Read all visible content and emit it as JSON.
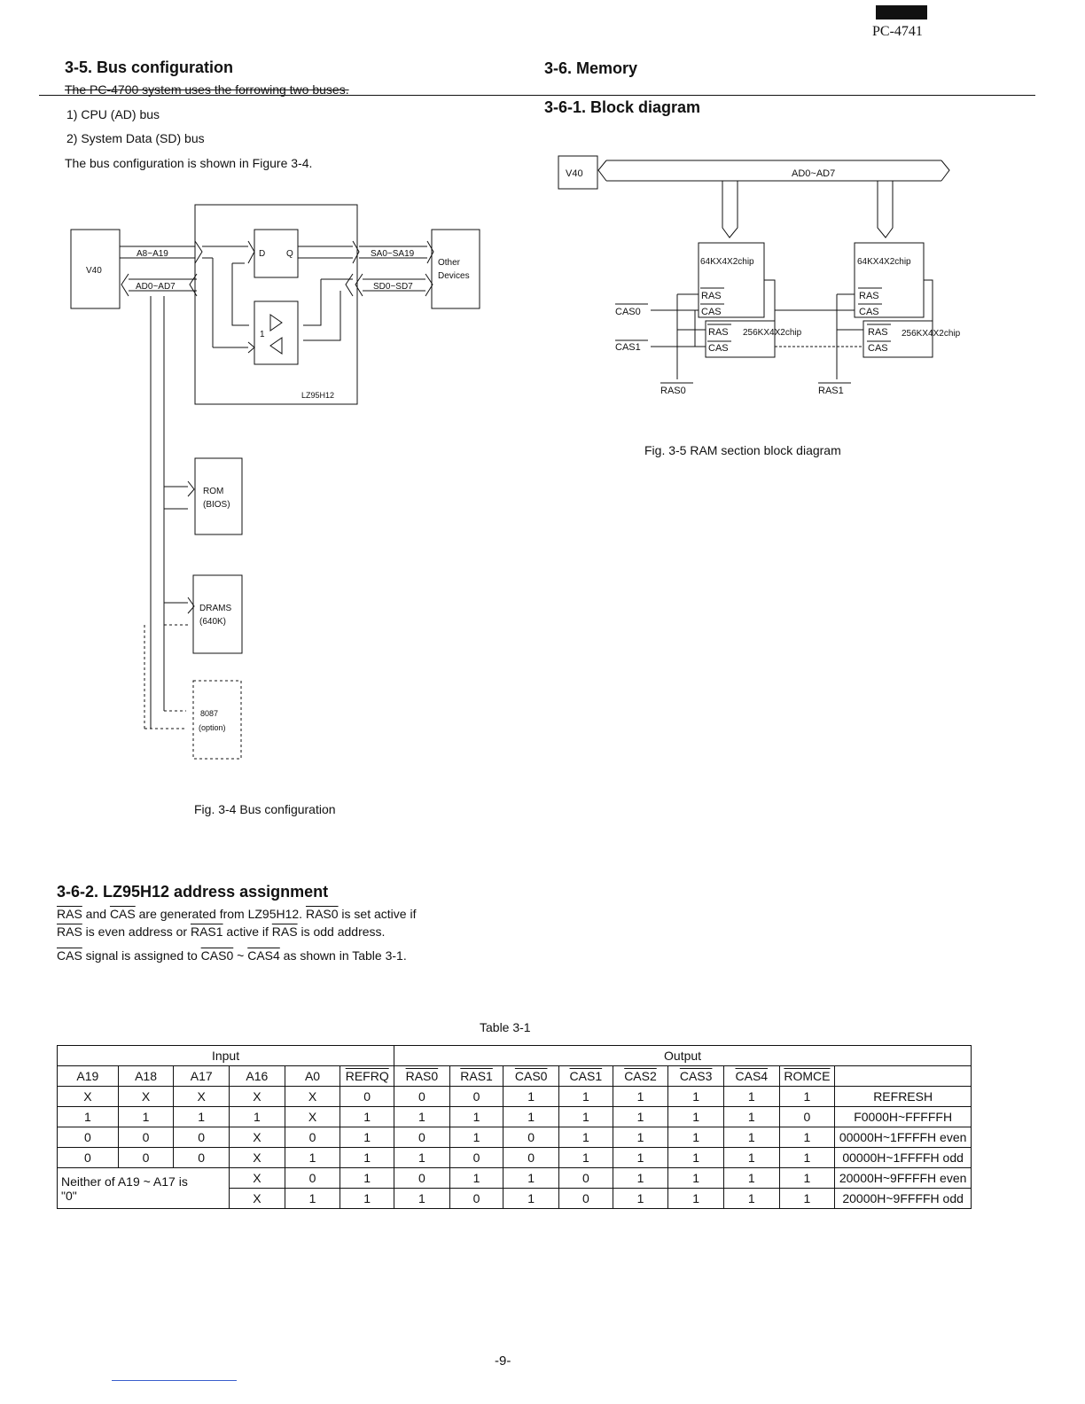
{
  "header": {
    "model": "PC-4741",
    "page_number": "-9-"
  },
  "sec_3_5": {
    "title": "3-5. Bus configuration",
    "intro": "The PC-4700 system uses the forrowing two buses.",
    "item1": "1)  CPU (AD) bus",
    "item2": "2)  System Data (SD) bus",
    "note": "The bus configuration is shown in Figure 3-4."
  },
  "fig_3_4": {
    "caption": "Fig. 3-4 Bus configuration",
    "v40": "V40",
    "a8_a19": "A8~A19",
    "ad0_ad7": "AD0~AD7",
    "sa0_sa19": "SA0~SA19",
    "sd0_sd7": "SD0~SD7",
    "other_1": "Other",
    "other_2": "Devices",
    "d": "D",
    "q": "Q",
    "one": "1",
    "lz": "LZ95H12",
    "rom_1": "ROM",
    "rom_2": "(BIOS)",
    "drams_1": "DRAMS",
    "drams_2": "(640K)",
    "fpu_1": "8087",
    "fpu_2": "(option)"
  },
  "sec_3_6": {
    "title": "3-6. Memory",
    "sub_title": "3-6-1. Block diagram"
  },
  "fig_3_5": {
    "caption": "Fig. 3-5 RAM section block diagram",
    "v40": "V40",
    "ad0_ad7": "AD0~AD7",
    "chip64": "64KX4X2chip",
    "chip256": "256KX4X2chip",
    "ras": "RAS",
    "cas": "CAS",
    "cas0": "CAS0",
    "cas1": "CAS1",
    "ras0": "RAS0",
    "ras1": "RAS1"
  },
  "sec_3_6_2": {
    "title": "3-6-2. LZ95H12 address assignment",
    "p1_a": "RAS",
    "p1_b": " and ",
    "p1_c": "CAS",
    "p1_d": " are generated from LZ95H12. ",
    "p1_e": "RAS0",
    "p1_f": " is set active if",
    "p2_a": "RAS",
    "p2_b": " is even address or ",
    "p2_c": "RAS1",
    "p2_d": " active if ",
    "p2_e": "RAS",
    "p2_f": " is odd address.",
    "p3_a": "CAS",
    "p3_b": " signal is assigned to ",
    "p3_c": "CAS0",
    "p3_d": " ~ ",
    "p3_e": "CAS4",
    "p3_f": " as shown in Table 3-1."
  },
  "table_3_1": {
    "caption": "Table 3-1",
    "input_label": "Input",
    "output_label": "Output",
    "headers": [
      "A19",
      "A18",
      "A17",
      "A16",
      "A0",
      "REFRQ",
      "RAS0",
      "RAS1",
      "CAS0",
      "CAS1",
      "CAS2",
      "CAS3",
      "CAS4",
      "ROMCE"
    ],
    "rows": [
      [
        "X",
        "X",
        "X",
        "X",
        "X",
        "0",
        "0",
        "0",
        "1",
        "1",
        "1",
        "1",
        "1",
        "1",
        "REFRESH"
      ],
      [
        "1",
        "1",
        "1",
        "1",
        "X",
        "1",
        "1",
        "1",
        "1",
        "1",
        "1",
        "1",
        "1",
        "0",
        "F0000H~FFFFFH"
      ],
      [
        "0",
        "0",
        "0",
        "X",
        "0",
        "1",
        "0",
        "1",
        "0",
        "1",
        "1",
        "1",
        "1",
        "1",
        "00000H~1FFFFH even"
      ],
      [
        "0",
        "0",
        "0",
        "X",
        "1",
        "1",
        "1",
        "0",
        "0",
        "1",
        "1",
        "1",
        "1",
        "1",
        "00000H~1FFFFH odd"
      ]
    ],
    "neither_label_1": "Neither of A19 ~ A17 is",
    "neither_label_2": "\"0\"",
    "neither_rows": [
      [
        "X",
        "0",
        "1",
        "0",
        "1",
        "1",
        "0",
        "1",
        "1",
        "1",
        "1",
        "20000H~9FFFFH even"
      ],
      [
        "X",
        "1",
        "1",
        "1",
        "0",
        "1",
        "0",
        "1",
        "1",
        "1",
        "1",
        "20000H~9FFFFH odd"
      ]
    ]
  }
}
